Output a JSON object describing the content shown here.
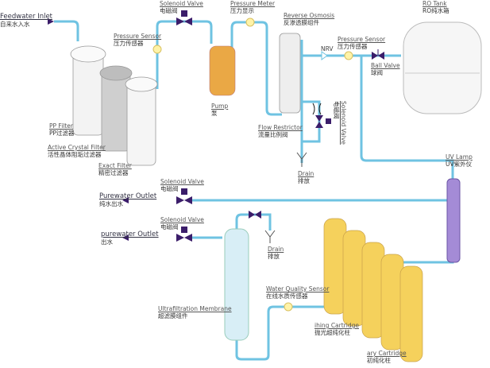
{
  "colors": {
    "pipe": "#6fc3e2",
    "valve": "#3b1d6a",
    "filter_yellow": "#f5d15c",
    "uv": "#a48bd6",
    "pump": "#e9a640",
    "sensor": "#fff3a8"
  },
  "labels": {
    "feed": {
      "en": "Feedwater Inlet",
      "zh": "自来水入水"
    },
    "sv1": {
      "en": "Solenoid Valve",
      "zh": "电磁阀"
    },
    "pmeter": {
      "en": "Pressure Meter",
      "zh": "压力显示"
    },
    "ro": {
      "en": "Reverse Osmosis",
      "zh": "反渗透膜组件"
    },
    "tank": {
      "en": "RO Tank",
      "zh": "RO纯水箱"
    },
    "ps1": {
      "en": "Pressure Sensor",
      "zh": "压力传感器"
    },
    "ps2": {
      "en": "Pressure Sensor",
      "zh": "压力传感器"
    },
    "nrv": "NRV",
    "ball": {
      "en": "Ball Valve",
      "zh": "球阀"
    },
    "pump": {
      "en": "Pump",
      "zh": "泵"
    },
    "pp": {
      "en": "PP Filter",
      "zh": "PP过滤器"
    },
    "acf": {
      "en": "Active Crystal Filter",
      "zh": "活性晶体阻垢过滤器"
    },
    "exact": {
      "en": "Exact Filter",
      "zh": "精密过滤器"
    },
    "flow": {
      "en": "Flow Restrictor",
      "zh": "流量比例阀"
    },
    "sv2": {
      "en": "Solenoid Valve",
      "zh": "电磁阀"
    },
    "drain1": {
      "en": "Drain",
      "zh": "排放"
    },
    "uv": {
      "en": "UV Lamp",
      "zh": "UV紫外仪"
    },
    "sv3": {
      "en": "Solenoid Valve",
      "zh": "电磁阀"
    },
    "out1": {
      "en": "Purewater Outlet",
      "zh": "纯水出水"
    },
    "sv4": {
      "en": "Solenoid Valve",
      "zh": "电磁阀"
    },
    "out2": {
      "en": "purewater Outlet",
      "zh": "出水"
    },
    "drain2": {
      "en": "Drain",
      "zh": "排放"
    },
    "uf": {
      "en": "Ultrafiltration Membrane",
      "zh": "超滤膜组件"
    },
    "wq": {
      "en": "Water Quality Sensor",
      "zh": "在线水质传感器"
    },
    "polish": {
      "en": "ihing Cartridge",
      "zh": "抛光超纯化柱"
    },
    "primary": {
      "en": "ary Cartridge",
      "zh": "初纯化柱"
    }
  }
}
